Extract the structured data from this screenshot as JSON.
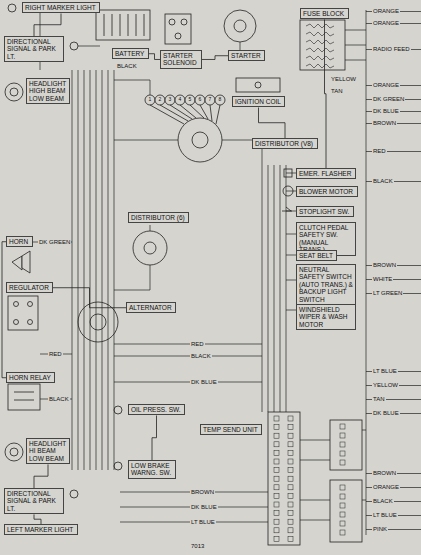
{
  "diagram": {
    "nodes": [
      {
        "text": [
          "RIGHT MARKER LIGHT"
        ]
      },
      {
        "text": [
          "DIRECTIONAL SIGNAL & PARK LT."
        ]
      },
      {
        "text": [
          "HEADLIGHT",
          "HIGH BEAM",
          "LOW BEAM"
        ]
      },
      {
        "text": [
          "BATTERY"
        ]
      },
      {
        "text": [
          "STARTER SOLENOID"
        ]
      },
      {
        "text": [
          "STARTER"
        ]
      },
      {
        "text": [
          "FUSE BLOCK"
        ]
      },
      {
        "text": [
          "IGNITION COIL"
        ]
      },
      {
        "text": [
          "DISTRIBUTOR (V8)"
        ]
      },
      {
        "text": [
          "EMER. FLASHER"
        ]
      },
      {
        "text": [
          "BLOWER MOTOR"
        ]
      },
      {
        "text": [
          "STOPLIGHT SW."
        ]
      },
      {
        "text": [
          "DISTRIBUTOR (6)"
        ]
      },
      {
        "text": [
          "HORN"
        ]
      },
      {
        "text": [
          "CLUTCH PEDAL SAFETY SW. (MANUAL TRANS.)"
        ]
      },
      {
        "text": [
          "SEAT BELT"
        ]
      },
      {
        "text": [
          "NEUTRAL SAFETY SWITCH (AUTO TRANS.) & BACKUP LIGHT SWITCH"
        ]
      },
      {
        "text": [
          "WINDSHIELD WIPER & WASH MOTOR"
        ]
      },
      {
        "text": [
          "REGULATOR"
        ]
      },
      {
        "text": [
          "ALTERNATOR"
        ]
      },
      {
        "text": [
          "HORN RELAY"
        ]
      },
      {
        "text": [
          "OIL PRESS. SW."
        ]
      },
      {
        "text": [
          "TEMP SEND UNIT"
        ]
      },
      {
        "text": [
          "HEADLIGHT",
          "HI BEAM",
          "LOW BEAM"
        ]
      },
      {
        "text": [
          "LOW BRAKE WARNG. SW."
        ]
      },
      {
        "text": [
          "DIRECTIONAL SIGNAL & PARK LT."
        ]
      },
      {
        "text": [
          "LEFT MARKER LIGHT"
        ]
      }
    ],
    "edges": [
      {
        "from": 3,
        "to": 4,
        "arrow": "none"
      },
      {
        "from": 4,
        "to": 5,
        "arrow": "none"
      },
      {
        "from": 7,
        "to": 8,
        "arrow": "none"
      },
      {
        "from": 18,
        "to": 19,
        "arrow": "none"
      },
      {
        "from": 20,
        "to": 13,
        "arrow": "none"
      },
      {
        "from": 6,
        "to": 9,
        "arrow": "none"
      },
      {
        "from": 1,
        "to": 0,
        "arrow": "none"
      },
      {
        "from": 23,
        "to": 25,
        "arrow": "none"
      },
      {
        "from": 25,
        "to": 26,
        "arrow": "none"
      },
      {
        "from": 21,
        "to": 24,
        "arrow": "none"
      }
    ],
    "labels": [
      "ORANGE",
      "ORANGE",
      "RADIO FEED",
      "ORANGE",
      "DK GREEN",
      "DK BLUE",
      "BROWN",
      "RED",
      "BLACK",
      "BROWN",
      "WHITE",
      "LT GREEN",
      "LT BLUE",
      "YELLOW",
      "TAN",
      "DK BLUE",
      "BROWN",
      "ORANGE",
      "BLACK",
      "LT BLUE",
      "PINK",
      "RED",
      "BLACK",
      "DK BLUE",
      "BROWN",
      "DK BLUE",
      "LT BLUE",
      "DK GREEN",
      "BLACK",
      "RED",
      "BLACK",
      "YELLOW",
      "TAN",
      "1",
      "2",
      "3",
      "4",
      "5",
      "6",
      "7",
      "8",
      "7013"
    ]
  }
}
